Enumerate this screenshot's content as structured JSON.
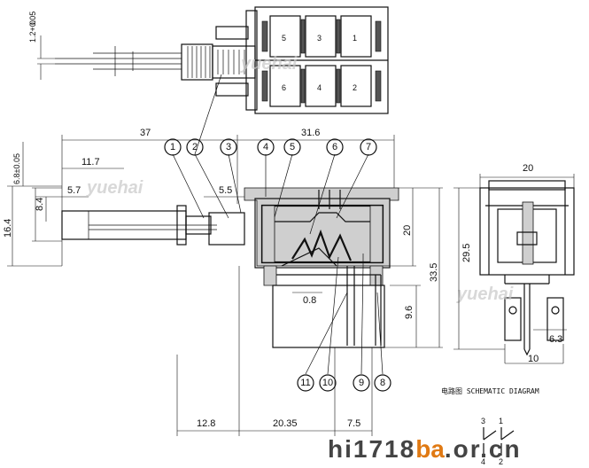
{
  "dimensions": {
    "top_12": "1.2+0.05",
    "top_12_b": "0",
    "d37": "37",
    "d316": "31.6",
    "d117": "11.7",
    "d57": "5.7",
    "d55": "5.5",
    "d68": "6.8±0.05",
    "d84": "8.4",
    "d164": "16.4",
    "d20v": "20",
    "d335": "33.5",
    "d08": "0.8",
    "d96": "9.6",
    "d128": "12.8",
    "d2035": "20.35",
    "d75": "7.5",
    "side_20": "20",
    "side_295": "29.5",
    "side_63": "6.3",
    "side_10": "10"
  },
  "callouts": [
    "1",
    "2",
    "3",
    "4",
    "5",
    "6",
    "7",
    "8",
    "9",
    "10",
    "11"
  ],
  "top_view_labels": [
    "5",
    "3",
    "1",
    "6",
    "4",
    "2"
  ],
  "watermark": "yuehai",
  "schematic": {
    "title": "电路图 SCHEMATIC DIAGRAM",
    "pins_top": [
      "3",
      "1"
    ],
    "pins_bottom": [
      "4",
      "2"
    ]
  },
  "site_text": {
    "a": "hi",
    "b": "1718",
    "c": "ba",
    "d": ".or.cn"
  }
}
